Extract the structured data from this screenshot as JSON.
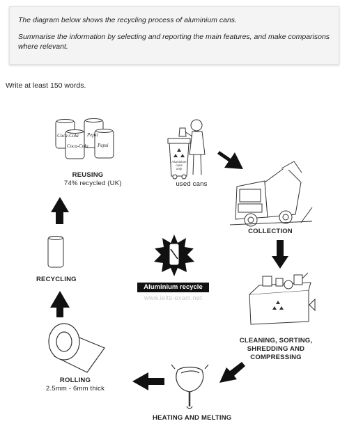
{
  "task": {
    "line1": "The diagram below shows the recycling process of aluminium cans.",
    "line2": "Summarise the information by selecting and reporting the main features, and make comparisons where relevant."
  },
  "instruction": "Write at least 150 words.",
  "diagram": {
    "center_title": "Aluminium recycle",
    "watermark": "www.ielts-exam.net",
    "stages": {
      "used_cans": {
        "label": "used cans",
        "bin_text": [
          "Aluminium",
          "cans",
          "only"
        ]
      },
      "collection": {
        "label": "COLLECTION"
      },
      "cleaning": {
        "line1": "CLEANING, SORTING,",
        "line2": "SHREDDING AND",
        "line3": "COMPRESSING"
      },
      "heating": {
        "label": "HEATING AND MELTING"
      },
      "rolling": {
        "label": "ROLLING",
        "detail": "2.5mm - 6mm thick"
      },
      "recycling": {
        "label": "RECYCLING"
      },
      "reusing": {
        "label": "REUSING",
        "detail": "74% recycled (UK)"
      }
    },
    "can_brands": [
      "Coca-Cola",
      "Coca-Cola",
      "Pepsi",
      "Pepsi"
    ]
  }
}
